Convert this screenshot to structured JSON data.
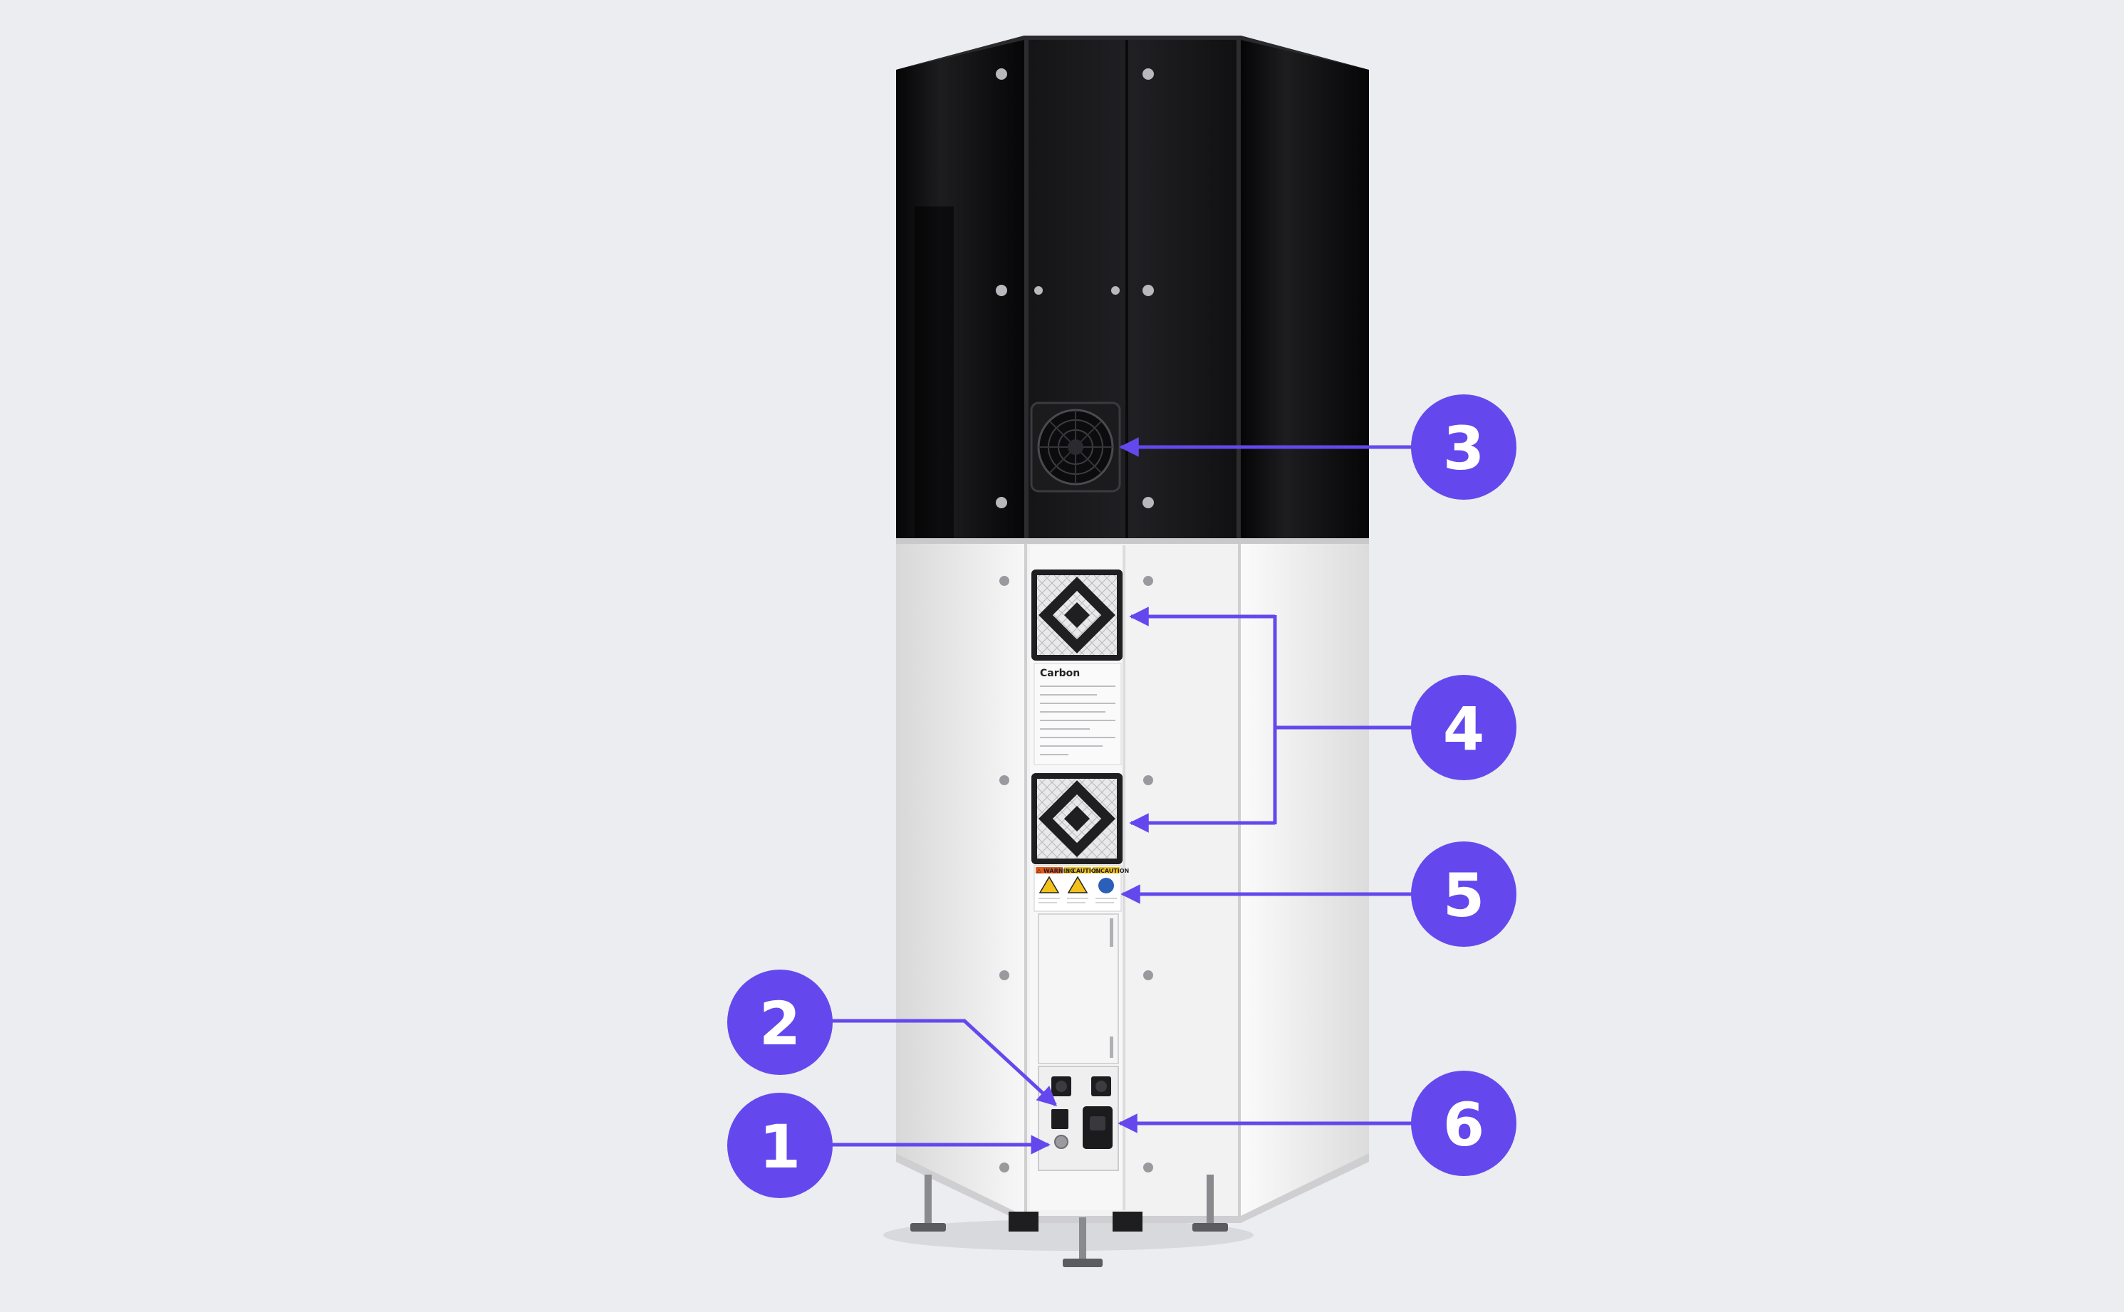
{
  "colors": {
    "background": "#ebedf0",
    "accent": "#6448ee",
    "callout_text": "#ffffff",
    "enclosure_top": "#0d0d0f",
    "enclosure_bottom": "#f4f4f4"
  },
  "device_label": {
    "brand": "Carbon",
    "warning_labels": [
      "⚠ WARNING",
      "⚠ CAUTION",
      "⚠ CAUTION"
    ]
  },
  "callouts": [
    {
      "number": "1"
    },
    {
      "number": "2"
    },
    {
      "number": "3"
    },
    {
      "number": "4"
    },
    {
      "number": "5"
    },
    {
      "number": "6"
    }
  ]
}
